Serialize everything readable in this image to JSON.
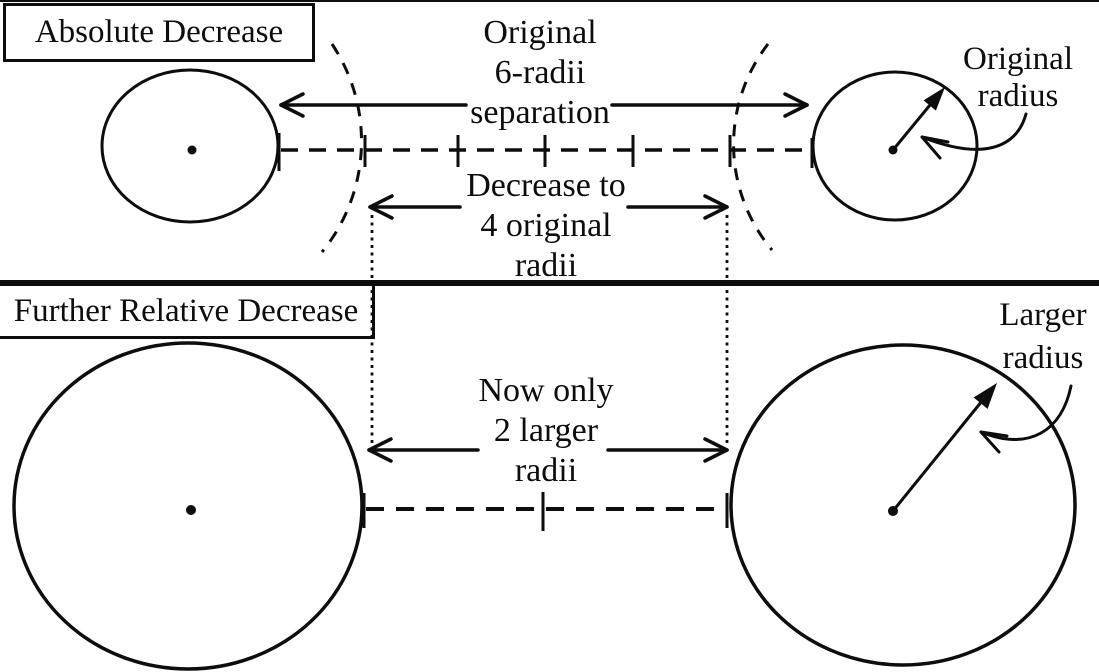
{
  "figure": {
    "top_panel": {
      "title": "Absolute Decrease",
      "separation_label": "Original\n6-radii\nseparation",
      "decrease_label": "Decrease to\n4 original\nradii",
      "radius_label": "Original\nradius"
    },
    "bottom_panel": {
      "title": "Further Relative Decrease",
      "separation_label": "Now only\n2 larger\nradii",
      "radius_label": "Larger\nradius"
    },
    "colors": {
      "ink": "#0d0d0d",
      "background": "#ffffff"
    }
  }
}
